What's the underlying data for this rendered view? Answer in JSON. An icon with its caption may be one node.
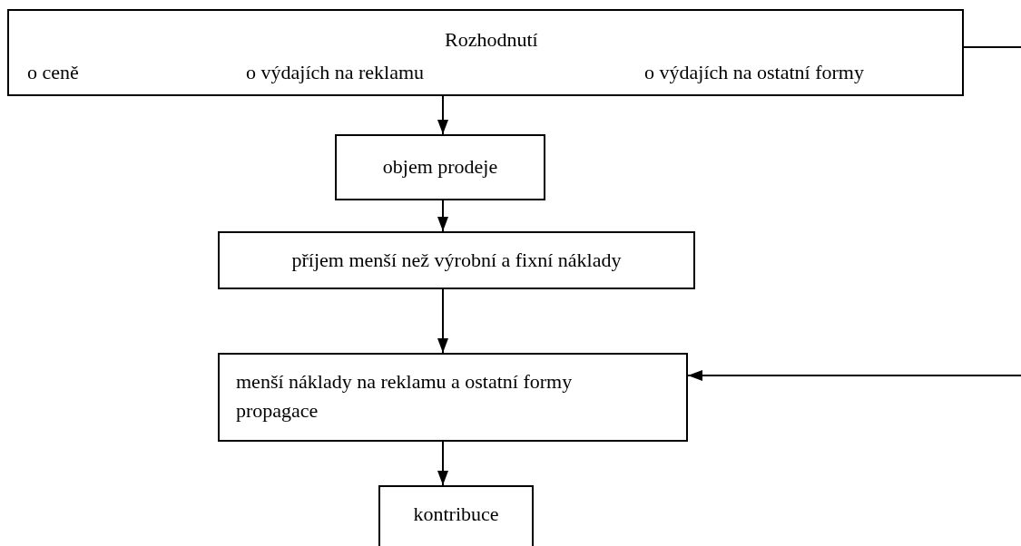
{
  "diagram": {
    "nodes": [
      {
        "text": [
          "Rozhodnutí",
          "o ceně",
          "o výdajích na reklamu",
          "o výdajích na ostatní formy"
        ]
      },
      {
        "text": [
          "objem prodeje"
        ]
      },
      {
        "text": [
          "příjem menší než výrobní a fixní náklady"
        ]
      },
      {
        "text": [
          "menší náklady na reklamu a ostatní formy propagace"
        ]
      },
      {
        "text": [
          "kontribuce"
        ]
      }
    ],
    "edges": [
      {
        "from": 0,
        "to": 1,
        "arrow": "to"
      },
      {
        "from": 1,
        "to": 2,
        "arrow": "to"
      },
      {
        "from": 2,
        "to": 3,
        "arrow": "to"
      },
      {
        "from": 3,
        "to": 4,
        "arrow": "to"
      },
      {
        "from": 0,
        "to": null,
        "arrow": "none"
      },
      {
        "from": null,
        "to": 3,
        "arrow": "to"
      }
    ]
  }
}
